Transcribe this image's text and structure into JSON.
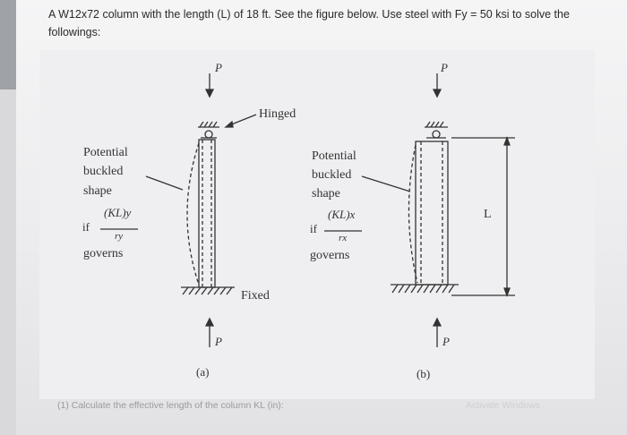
{
  "question": {
    "text": "A W12x72 column with the length (L) of 18 ft. See the figure below. Use steel with Fy = 50 ksi to solve the followings:"
  },
  "figure": {
    "load_label_a_top": "P",
    "load_label_a_bottom": "P",
    "load_label_b_top": "P",
    "load_label_b_bottom": "P",
    "hinged_label": "Hinged",
    "fixed_label": "Fixed",
    "length_label": "L",
    "panel_a": {
      "line1": "Potential",
      "line2": "buckled",
      "line3": "shape",
      "if_word": "if",
      "numerator": "(KL)y",
      "denominator": "ry",
      "governs": "governs",
      "caption": "(a)"
    },
    "panel_b": {
      "line1": "Potential",
      "line2": "buckled",
      "line3": "shape",
      "if_word": "if",
      "numerator": "(KL)x",
      "denominator": "rx",
      "governs": "governs",
      "caption": "(b)"
    }
  },
  "footer": {
    "subquestion": "(1) Calculate the effective length of the column KL (in):",
    "watermark": "Activate Windows"
  },
  "colors": {
    "page_bg": "#f0f0f2",
    "ink": "#333333",
    "faded_text": "#9a9a9a"
  }
}
